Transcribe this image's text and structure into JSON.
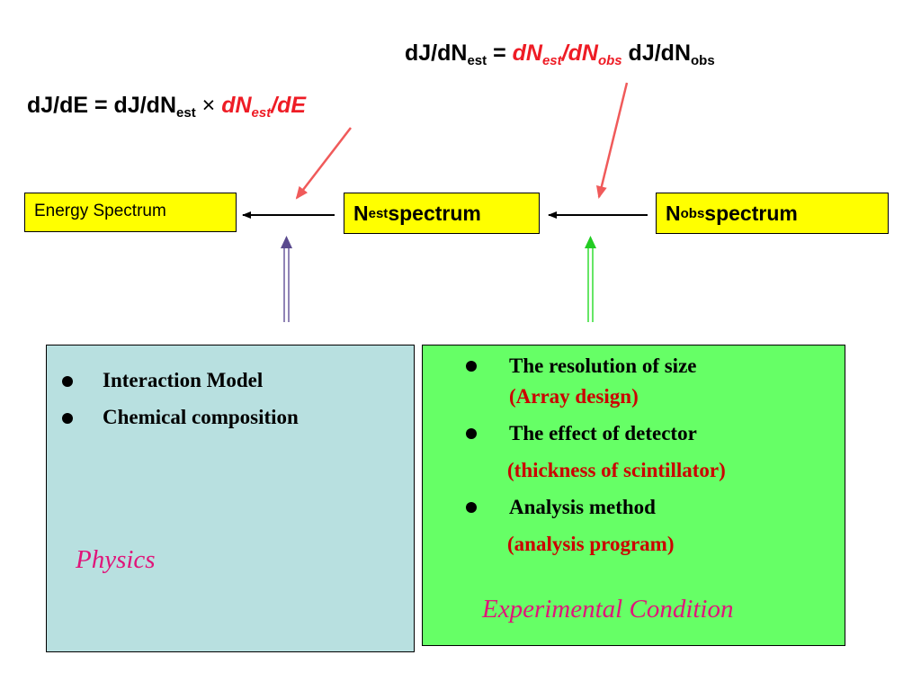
{
  "formulas": {
    "top": {
      "lhs": "dJ/dN",
      "lhs_sub": "est",
      "eq": " = ",
      "r1": "dN",
      "r1_sub": "est",
      "r2": "/dN",
      "r2_sub": "obs",
      "tail": " dJ/dN",
      "tail_sub": "obs"
    },
    "left": {
      "lhs": "dJ/dE = dJ/dN",
      "lhs_sub": "est",
      "times": " × ",
      "r1": "dN",
      "r1_sub": "est",
      "r2": "/dE"
    }
  },
  "boxes": {
    "energy": "Energy Spectrum",
    "nest": {
      "main": "N",
      "sub": "est",
      "rest": " spectrum"
    },
    "nobs": {
      "main": "N",
      "sub": "obs",
      "rest": " spectrum"
    }
  },
  "physics_panel": {
    "items": [
      "Interaction Model",
      "Chemical composition"
    ],
    "caption": "Physics",
    "color": "#b8e0e0"
  },
  "experiment_panel": {
    "items": [
      {
        "text": "The resolution of size",
        "note": "(Array design)"
      },
      {
        "text": "The effect of detector",
        "note": "(thickness of scintillator)"
      },
      {
        "text": "Analysis method",
        "note": "(analysis program)"
      }
    ],
    "caption": "Experimental Condition",
    "color": "#66ff66"
  },
  "colors": {
    "box_fill": "#ffff00",
    "red_arrow": "#f05a5a",
    "physics_arrow": "#6a5a9e",
    "experiment_arrow": "#33dd33"
  }
}
